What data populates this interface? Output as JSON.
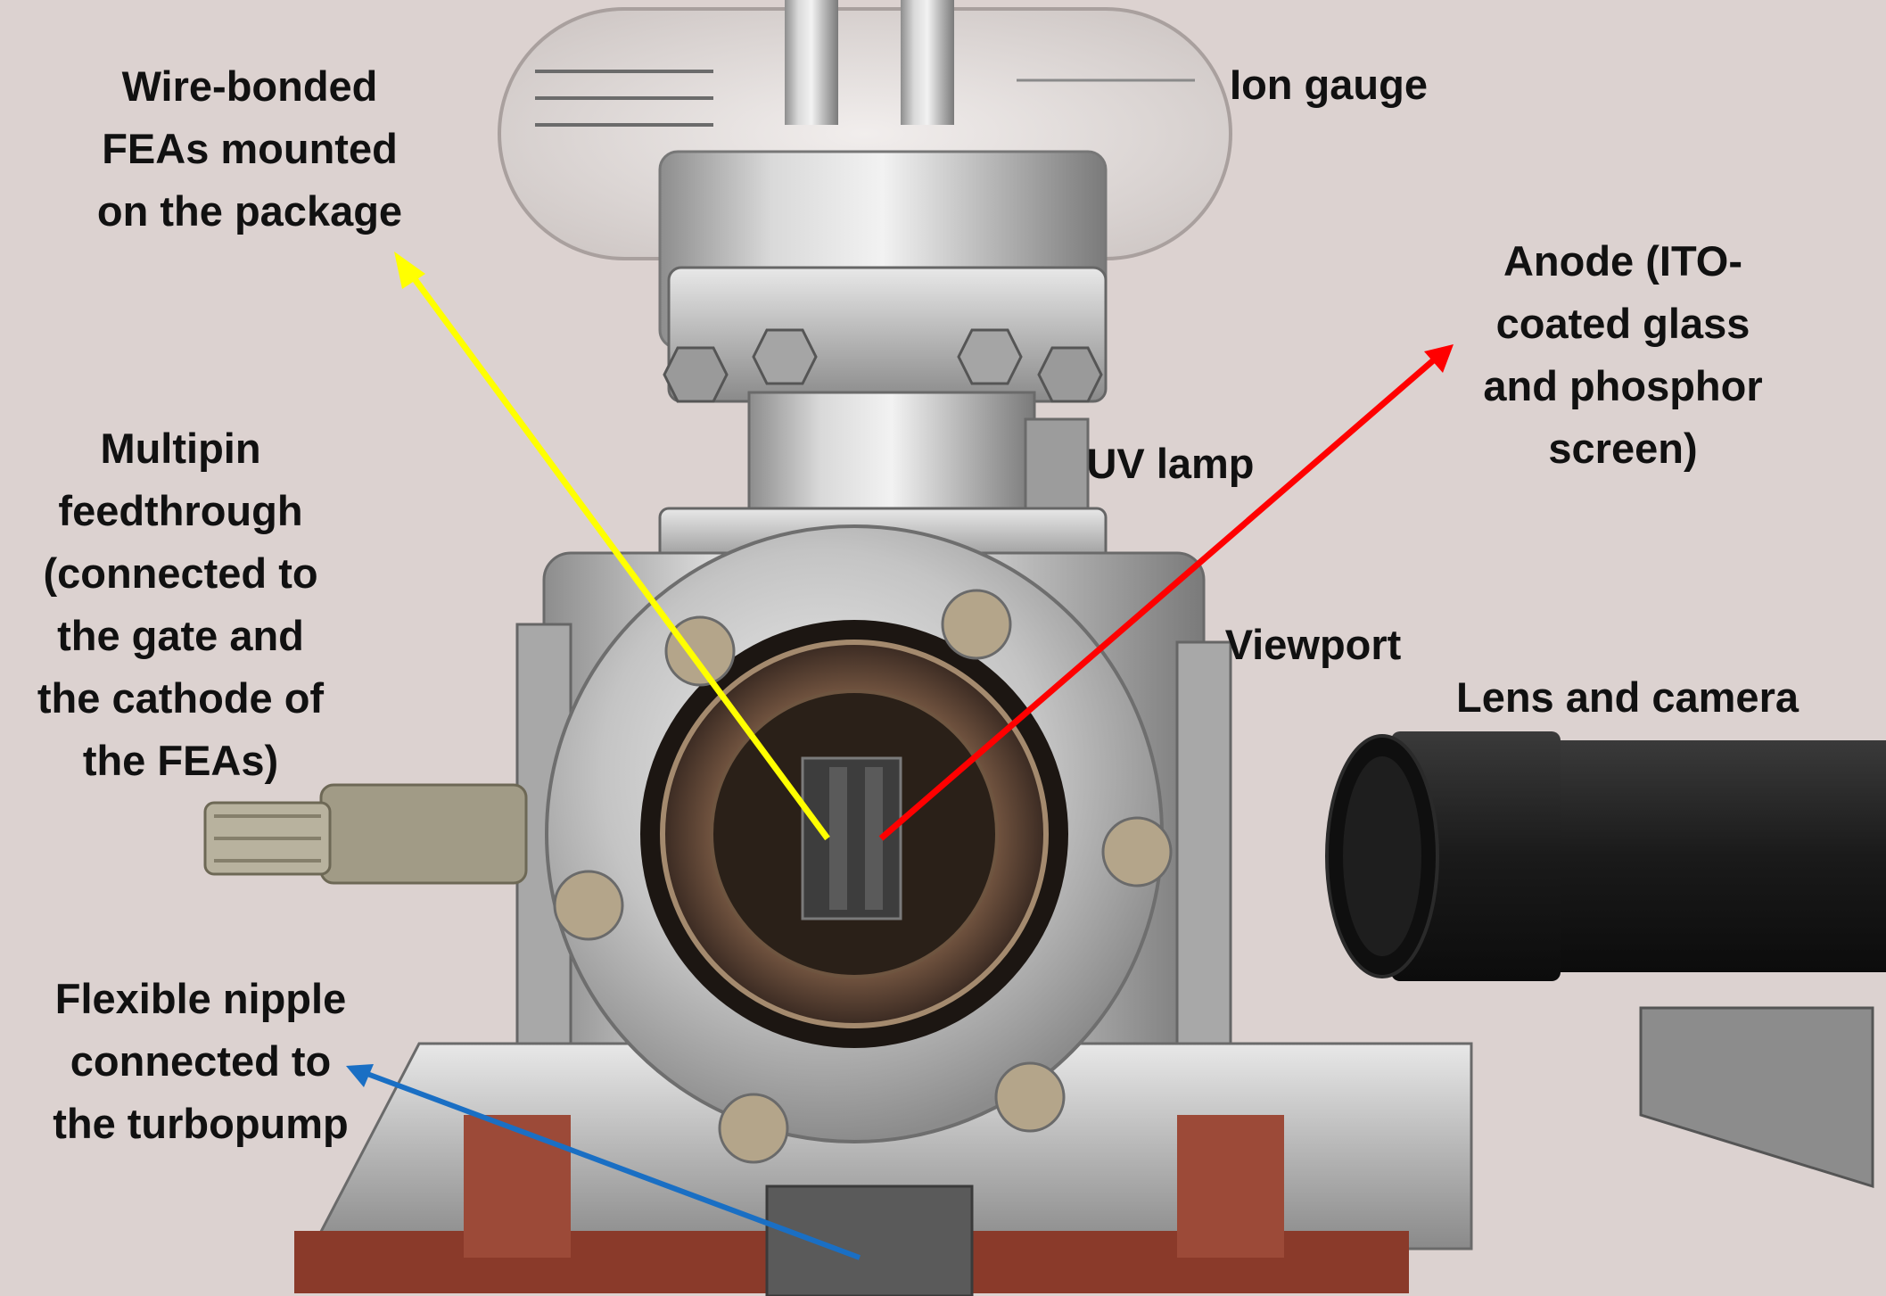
{
  "figure": {
    "background_color": "#dcd2d0",
    "labels": {
      "feas": [
        "Wire-bonded",
        "FEAs mounted",
        "on the package"
      ],
      "ion_gauge": [
        "Ion gauge"
      ],
      "anode": [
        "Anode (ITO-",
        "coated glass",
        "and phosphor",
        "screen)"
      ],
      "multipin": [
        "Multipin",
        "feedthrough",
        "(connected to",
        "the gate and",
        "the cathode of",
        "the FEAs)"
      ],
      "uv_lamp": [
        "UV lamp"
      ],
      "viewport": [
        "Viewport"
      ],
      "lens": [
        "Lens and camera"
      ],
      "nipple": [
        "Flexible nipple",
        "connected to",
        "the turbopump"
      ]
    },
    "arrow_colors": {
      "feas": "#ffff00",
      "anode": "#ff0000",
      "nipple": "#1a6fc4"
    },
    "objects": [
      "ion-gauge",
      "uv-lamp",
      "vacuum-chamber",
      "viewport",
      "multipin-feedthrough",
      "flexible-nipple",
      "lens-and-camera",
      "mounting-plate"
    ]
  }
}
